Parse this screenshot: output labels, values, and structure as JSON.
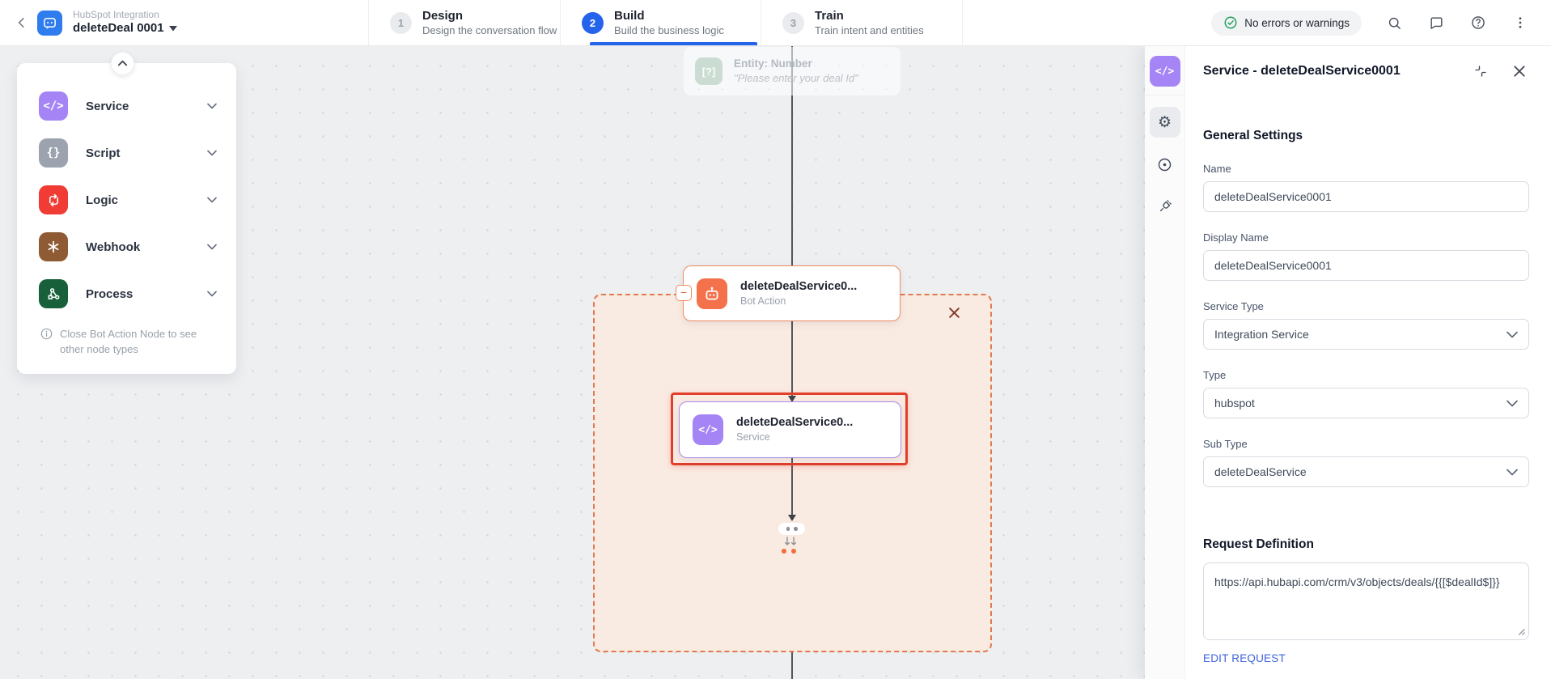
{
  "header": {
    "app": {
      "subtitle": "HubSpot Integration",
      "title": "deleteDeal 0001"
    },
    "tabs": [
      {
        "number": "1",
        "label": "Design",
        "description": "Design the conversation flow"
      },
      {
        "number": "2",
        "label": "Build",
        "description": "Build the business logic"
      },
      {
        "number": "3",
        "label": "Train",
        "description": "Train intent and entities"
      }
    ],
    "active_tab": "Build",
    "status": {
      "label": "No errors or warnings",
      "color": "#1E9E5A"
    },
    "accent_color": "#2563EB"
  },
  "palette": {
    "items": [
      {
        "label": "Service",
        "color": "#A585F5",
        "icon": "code-icon"
      },
      {
        "label": "Script",
        "color": "#9CA3AF",
        "icon": "braces-icon"
      },
      {
        "label": "Logic",
        "color": "#F13B35",
        "icon": "repeat-icon"
      },
      {
        "label": "Webhook",
        "color": "#8E5B35",
        "icon": "asterisk-icon"
      },
      {
        "label": "Process",
        "color": "#17603A",
        "icon": "nodes-icon"
      }
    ],
    "note": "Close Bot Action Node to see other node types"
  },
  "canvas": {
    "ghost_node": {
      "title": "Entity: Number",
      "quote": "\"Please enter your deal Id\""
    },
    "bot_action_node": {
      "title": "deleteDealService0...",
      "subtitle": "Bot Action"
    },
    "service_node": {
      "title": "deleteDealService0...",
      "subtitle": "Service"
    }
  },
  "panel": {
    "title": "Service - deleteDealService0001",
    "general": {
      "heading": "General Settings",
      "name_label": "Name",
      "name_value": "deleteDealService0001",
      "display_name_label": "Display Name",
      "display_name_value": "deleteDealService0001",
      "service_type_label": "Service Type",
      "service_type_value": "Integration Service",
      "type_label": "Type",
      "type_value": "hubspot",
      "sub_type_label": "Sub Type",
      "sub_type_value": "deleteDealService"
    },
    "request": {
      "heading": "Request Definition",
      "url": "https://api.hubapi.com/crm/v3/objects/deals/{{[$dealId$]}}",
      "edit_label": "EDIT REQUEST"
    }
  }
}
